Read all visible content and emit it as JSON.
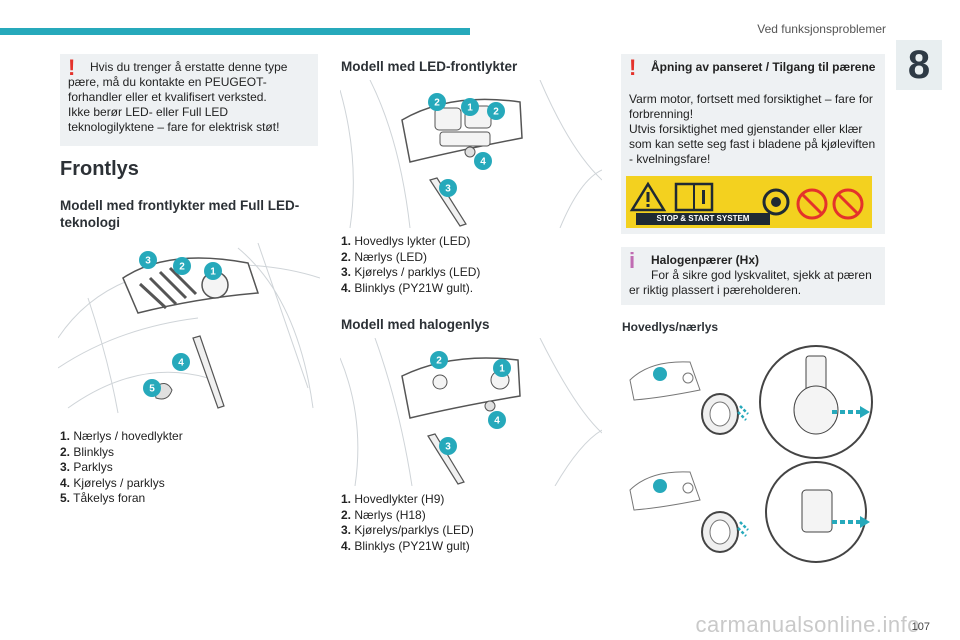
{
  "header": {
    "section_title": "Ved funksjonsproblemer",
    "chapter": "8"
  },
  "page_number": "107",
  "watermark": "carmanualsonline.info",
  "col1": {
    "warning": "Hvis du trenger å erstatte denne type pære, må du kontakte en PEUGEOT-forhandler eller et kvalifisert verksted.\nIkke berør LED- eller Full LED teknologilyktene – fare for elektrisk støt!",
    "heading": "Frontlys",
    "subheading": "Modell med frontlykter med Full LED-teknologi",
    "legend": [
      {
        "n": "1.",
        "t": "Nærlys / hovedlykter"
      },
      {
        "n": "2.",
        "t": "Blinklys"
      },
      {
        "n": "3.",
        "t": "Parklys"
      },
      {
        "n": "4.",
        "t": "Kjørelys / parklys"
      },
      {
        "n": "5.",
        "t": "Tåkelys foran"
      }
    ],
    "badges": [
      "3",
      "2",
      "1",
      "4",
      "5"
    ]
  },
  "col2": {
    "heading_led": "Modell med LED-frontlykter",
    "legend_led": [
      {
        "n": "1.",
        "t": "Hovedlys lykter (LED)"
      },
      {
        "n": "2.",
        "t": "Nærlys (LED)"
      },
      {
        "n": "3.",
        "t": "Kjørelys / parklys (LED)"
      },
      {
        "n": "4.",
        "t": "Blinklys (PY21W gult)."
      }
    ],
    "heading_halogen": "Modell med halogenlys",
    "legend_halogen": [
      {
        "n": "1.",
        "t": "Hovedlykter (H9)"
      },
      {
        "n": "2.",
        "t": "Nærlys (H18)"
      },
      {
        "n": "3.",
        "t": "Kjørelys/parklys (LED)"
      },
      {
        "n": "4.",
        "t": "Blinklys (PY21W gult)"
      }
    ],
    "badges_led": [
      "2",
      "1",
      "2",
      "4",
      "3"
    ],
    "badges_halogen": [
      "2",
      "1",
      "4",
      "3"
    ]
  },
  "col3": {
    "warning_title": "Åpning av panseret / Tilgang til pærene",
    "warning_body": "Varm motor, fortsett med forsiktighet – fare for forbrenning!\nUtvis forsiktighet med gjenstander eller klær som kan sette seg fast i bladene på kjøleviften - kvelningsfare!",
    "stop_start_label": "STOP & START SYSTEM",
    "info_title": "Halogenpærer (Hx)",
    "info_body": "For å sikre god lyskvalitet, sjekk at pæren er riktig plassert i pæreholderen.",
    "subheading": "Hovedlys/nærlys"
  },
  "colors": {
    "accent": "#26a9bb",
    "warning": "#e4322b",
    "info": "#c06cb2",
    "box_bg": "#eef1f3",
    "pictogram_bg": "#f3d11f"
  }
}
